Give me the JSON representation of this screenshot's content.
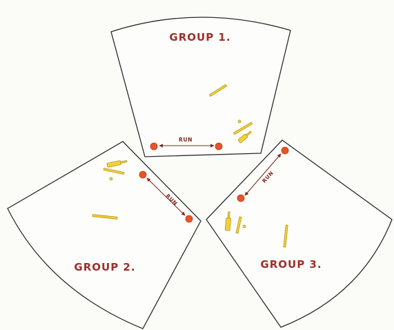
{
  "colors": {
    "title": "#9e2f2a",
    "base": "#e8542a",
    "equipment": "#f2d03a",
    "arrow": "#7a2a1e",
    "outline": "#2a2a2a"
  },
  "groups": [
    {
      "title": "GROUP 1.",
      "run_label": "RUN"
    },
    {
      "title": "GROUP 2.",
      "run_label": "RUN"
    },
    {
      "title": "GROUP 3.",
      "run_label": "RUN"
    }
  ]
}
